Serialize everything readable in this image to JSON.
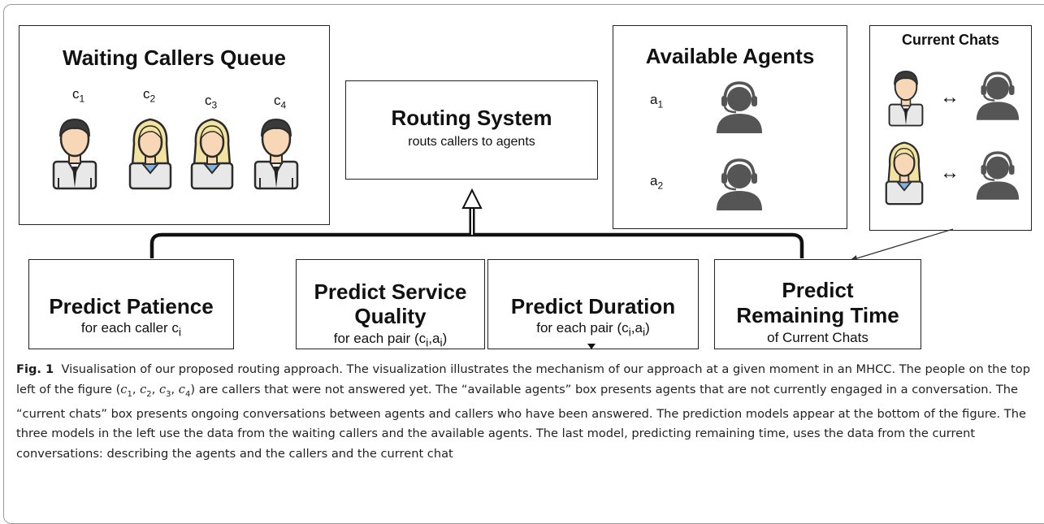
{
  "queue": {
    "title": "Waiting Callers Queue",
    "callers": [
      {
        "label": "c",
        "sub": "1",
        "type": "male"
      },
      {
        "label": "c",
        "sub": "2",
        "type": "female"
      },
      {
        "label": "c",
        "sub": "3",
        "type": "female"
      },
      {
        "label": "c",
        "sub": "4",
        "type": "male"
      }
    ]
  },
  "routing": {
    "title": "Routing System",
    "subtitle": "routs callers to agents"
  },
  "agents": {
    "title": "Available Agents",
    "items": [
      {
        "label": "a",
        "sub": "1"
      },
      {
        "label": "a",
        "sub": "2"
      }
    ]
  },
  "chats": {
    "title": "Current Chats",
    "arrow_glyph": "↔"
  },
  "predictors": [
    {
      "line1": "Predict Patience",
      "line2": "",
      "desc": "for each caller c",
      "desc_sub": "i",
      "desc_tail": ""
    },
    {
      "line1": "Predict Service",
      "line2": "Quality",
      "desc": "for each pair (c",
      "desc_sub": "i",
      "desc_tail": ",a",
      "desc_sub2": "i",
      "desc_end": ")"
    },
    {
      "line1": "Predict Duration",
      "line2": "",
      "desc": "for each pair (c",
      "desc_sub": "i",
      "desc_tail": ",a",
      "desc_sub2": "i",
      "desc_end": ")"
    },
    {
      "line1": "Predict",
      "line2": "Remaining Time",
      "desc": "of Current Chats"
    }
  ],
  "caption": {
    "label": "Fig. 1",
    "s1": "Visualisation of our proposed routing approach. The visualization illustrates the mechanism of our approach at a given moment in an MHCC. The people on the top left of the figure (",
    "vars": [
      "c",
      "1",
      "c",
      "2",
      "c",
      "3",
      "c",
      "4"
    ],
    "s2": ") are callers that were not answered yet. The “available agents” box presents agents that are not currently engaged in a conversation. The “current chats” box presents ongoing conversations between agents and callers who have been answered. The prediction models appear at the bottom of the figure. The three models in the left use the data from the waiting callers and the available agents. The last model, predicting remaining time, uses the data from the current conversations: describing the agents and the callers and the current chat"
  }
}
